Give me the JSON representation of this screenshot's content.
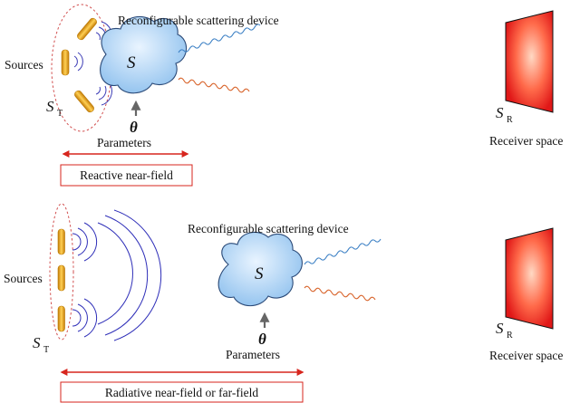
{
  "top": {
    "sources_label": "Sources",
    "device_label": "Reconfigurable scattering device",
    "scatterer_symbol": "S",
    "transmitter_symbol": "S",
    "transmitter_subscript": "T",
    "theta_symbol": "θ",
    "parameters_label": "Parameters",
    "region_label": "Reactive near-field",
    "receiver_symbol": "S",
    "receiver_subscript": "R",
    "receiver_label": "Receiver space"
  },
  "bottom": {
    "sources_label": "Sources",
    "device_label": "Reconfigurable scattering device",
    "scatterer_symbol": "S",
    "transmitter_symbol": "S",
    "transmitter_subscript": "T",
    "theta_symbol": "θ",
    "parameters_label": "Parameters",
    "region_label": "Radiative near-field or far-field",
    "receiver_symbol": "S",
    "receiver_subscript": "R",
    "receiver_label": "Receiver space"
  },
  "colors": {
    "cloud": "#a9d1f4",
    "cloud_edge": "#2b4a78",
    "antenna": "#e8a21a",
    "arrow": "#d7261e",
    "wave_blue": "#3a7fc4",
    "wave_orange": "#d8632a",
    "receiver": "#ee1f1f"
  }
}
